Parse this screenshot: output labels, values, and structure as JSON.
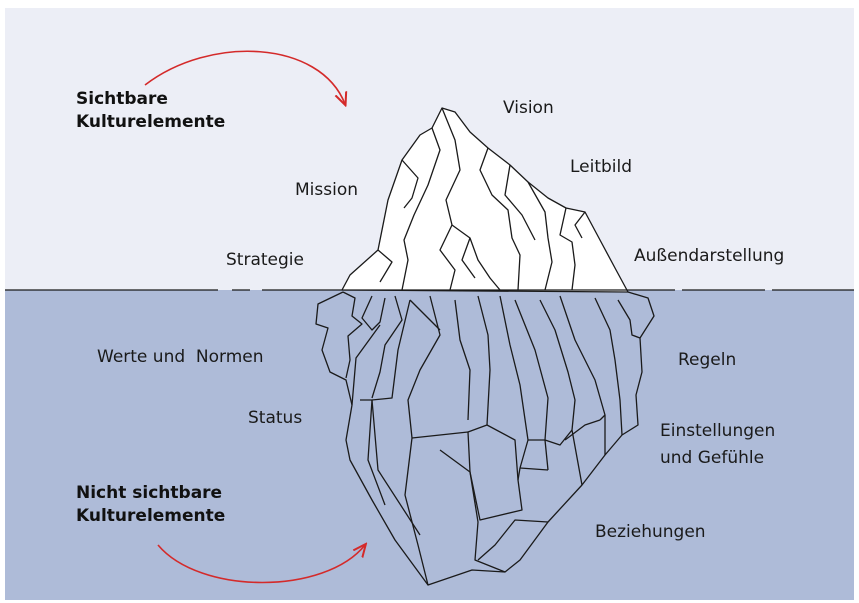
{
  "colors": {
    "sky": "#eceef6",
    "water": "#aebbd8",
    "outline": "#1a1a1a",
    "arrow": "#d42a2a",
    "ice": "#ffffff"
  },
  "headings": {
    "visible": {
      "line1": "Sichtbare",
      "line2": "Kulturelemente"
    },
    "invisible": {
      "line1": "Nicht sichtbare",
      "line2": "Kulturelemente"
    }
  },
  "labels": {
    "vision": "Vision",
    "leitbild": "Leitbild",
    "mission": "Mission",
    "strategie": "Strategie",
    "aussendarstellung": "Außendarstellung",
    "werte_normen": "Werte und  Normen",
    "regeln": "Regeln",
    "status": "Status",
    "einstellungen_line1": "Einstellungen",
    "einstellungen_line2": "und Gefühle",
    "beziehungen": "Beziehungen"
  }
}
